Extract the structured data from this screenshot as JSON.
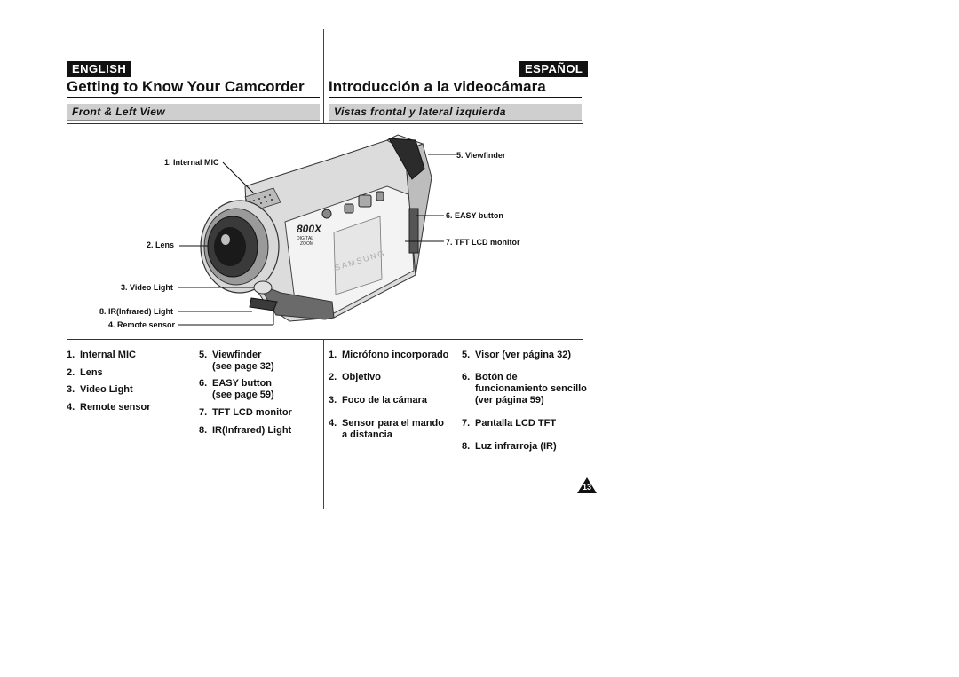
{
  "header": {
    "english_badge": "ENGLISH",
    "spanish_badge": "ESPAÑOL",
    "english_title": "Getting to Know Your Camcorder",
    "spanish_title": "Introducción a la videocámara"
  },
  "section": {
    "english_subtitle": "Front & Left View",
    "spanish_subtitle": "Vistas frontal y lateral izquierda"
  },
  "figure": {
    "brand": "SAMSUNG",
    "zoom_label": "800X",
    "zoom_sub1": "DIGITAL",
    "zoom_sub2": "ZOOM",
    "callouts": {
      "internal_mic": "1. Internal MIC",
      "lens": "2. Lens",
      "video_light": "3. Video Light",
      "ir_light": "8. IR(Infrared) Light",
      "remote_sensor": "4. Remote sensor",
      "viewfinder": "5. Viewfinder",
      "easy_button": "6. EASY button",
      "tft_lcd": "7. TFT LCD monitor"
    }
  },
  "english_list": {
    "col1": [
      {
        "num": "1.",
        "text": "Internal MIC"
      },
      {
        "num": "2.",
        "text": "Lens"
      },
      {
        "num": "3.",
        "text": "Video Light"
      },
      {
        "num": "4.",
        "text": "Remote sensor"
      }
    ],
    "col2": [
      {
        "num": "5.",
        "text": "Viewfinder",
        "cont": "(see page 32)"
      },
      {
        "num": "6.",
        "text": "EASY button",
        "cont": "(see page 59)"
      },
      {
        "num": "7.",
        "text": "TFT LCD monitor"
      },
      {
        "num": "8.",
        "text": "IR(Infrared) Light"
      }
    ]
  },
  "spanish_list": {
    "col1": [
      {
        "num": "1.",
        "text": "Micrófono incorporado"
      },
      {
        "num": "2.",
        "text": "Objetivo"
      },
      {
        "num": "3.",
        "text": "Foco de la cámara"
      },
      {
        "num": "4.",
        "text": "Sensor para el mando",
        "cont": "a distancia"
      }
    ],
    "col2": [
      {
        "num": "5.",
        "text": "Visor (ver página 32)"
      },
      {
        "num": "6.",
        "text": "Botón de",
        "cont": "funcionamiento sencillo",
        "cont2": "(ver página 59)"
      },
      {
        "num": "7.",
        "text": "Pantalla LCD TFT"
      },
      {
        "num": "8.",
        "text": "Luz infrarroja (IR)"
      }
    ]
  },
  "page_number": "13"
}
